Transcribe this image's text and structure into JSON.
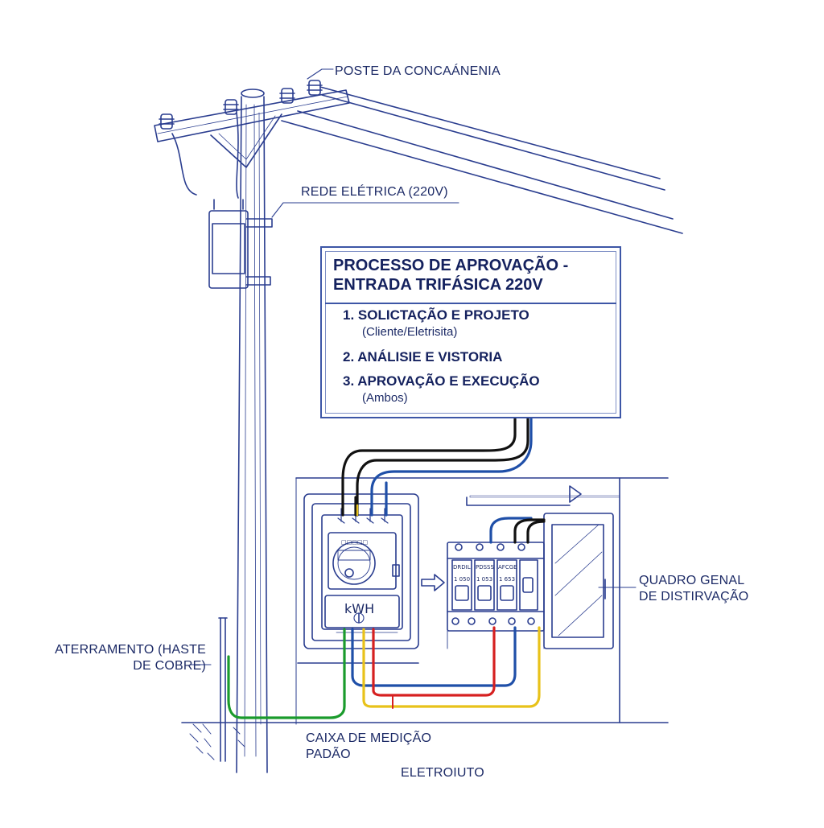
{
  "labels": {
    "pole": "POSTE DA CONCAÁNENIA",
    "network": "REDE ELÉTRICA (220V)",
    "panel": "QUADRO GENAL\nDE DISTIRVAÇÃO",
    "grounding": "ATERRAMENTO (HASTE\nDE COBRE)",
    "meter_box": "CAIXA DE MEDIÇÃO\nPADÃO",
    "conduit": "ELETROIUTO"
  },
  "process": {
    "title": "PROCESSO DE APROVAÇÃO -\nENTRADA TRIFÁSICA 220V",
    "steps": [
      {
        "label": "1. SOLICTAÇÃO E PROJETO",
        "sub": "(Cliente/Eletrisita)"
      },
      {
        "label": "2. ANÁLISIE E VISTORIA",
        "sub": ""
      },
      {
        "label": "3. APROVAÇÃO E EXECUÇÃO",
        "sub": "(Ambos)"
      }
    ]
  },
  "meter": {
    "unit": "kWH",
    "display": "□□□□□"
  },
  "breakers": {
    "top_labels": [
      "DRDIL",
      "PDSSS",
      "AFCGE"
    ],
    "sub_labels": [
      "1 050",
      "1 053",
      "1 653"
    ]
  },
  "colors": {
    "line": "#2a3d8f",
    "ink": "#1c2a66",
    "wire_black": "#111111",
    "wire_blue": "#1f4fa8",
    "wire_yellow": "#e8c21a",
    "wire_red": "#d62020",
    "wire_green": "#1a9b2c"
  }
}
